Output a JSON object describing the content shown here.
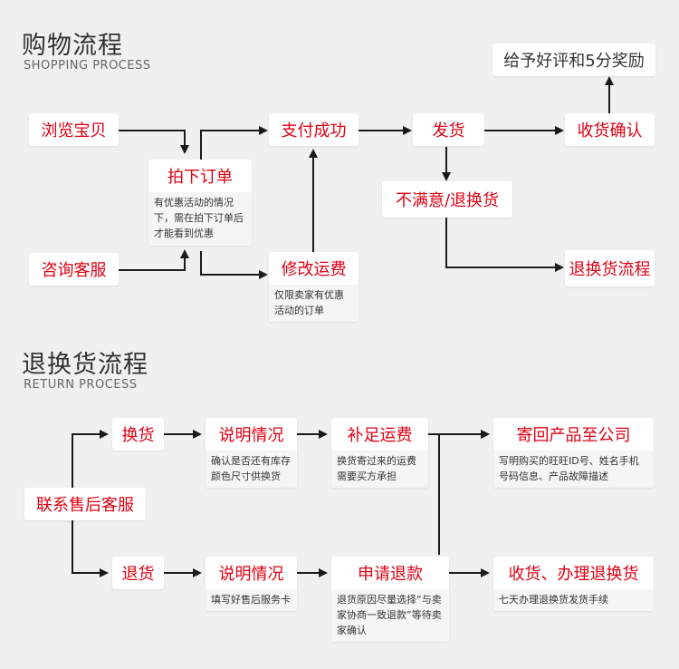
{
  "shopping": {
    "title": "购物流程",
    "subtitle": "SHOPPING PROCESS",
    "nodes": {
      "browse": "浏览宝贝",
      "consult": "咨询客服",
      "order": "拍下订单",
      "order_note": "有优惠活动的情况下，需在拍下订单后才能看到优惠",
      "pay": "支付成功",
      "modify": "修改运费",
      "modify_note": "仅限卖家有优惠活动的订单",
      "ship": "发货",
      "receive": "收货确认",
      "review": "给予好评和5分奖励",
      "unsatisfied": "不满意/退换货",
      "return_flow": "退换货流程"
    }
  },
  "returns": {
    "title": "退换货流程",
    "subtitle": "RETURN PROCESS",
    "nodes": {
      "contact": "联系售后客服",
      "exchange": "换货",
      "refund": "退货",
      "explain1": "说明情况",
      "explain1_note": "确认是否还有库存颜色尺寸供换货",
      "explain2": "说明情况",
      "explain2_note": "填写好售后服务卡",
      "add_shipping": "补足运费",
      "add_shipping_note": "换货寄过来的运费需要买方承担",
      "apply_refund": "申请退款",
      "apply_refund_note": "退货原因尽量选择“与卖家协商一致退款”等待卖家确认",
      "send_back": "寄回产品至公司",
      "send_back_note": "写明购买的旺旺ID号、姓名手机号码信息、产品故障描述",
      "receive_refund": "收货、办理退换货",
      "receive_refund_note": "七天办理退换货发货手续"
    }
  },
  "colors": {
    "accent": "#e00012",
    "background": "#f0f0f0",
    "arrow": "#1a1a1a"
  }
}
